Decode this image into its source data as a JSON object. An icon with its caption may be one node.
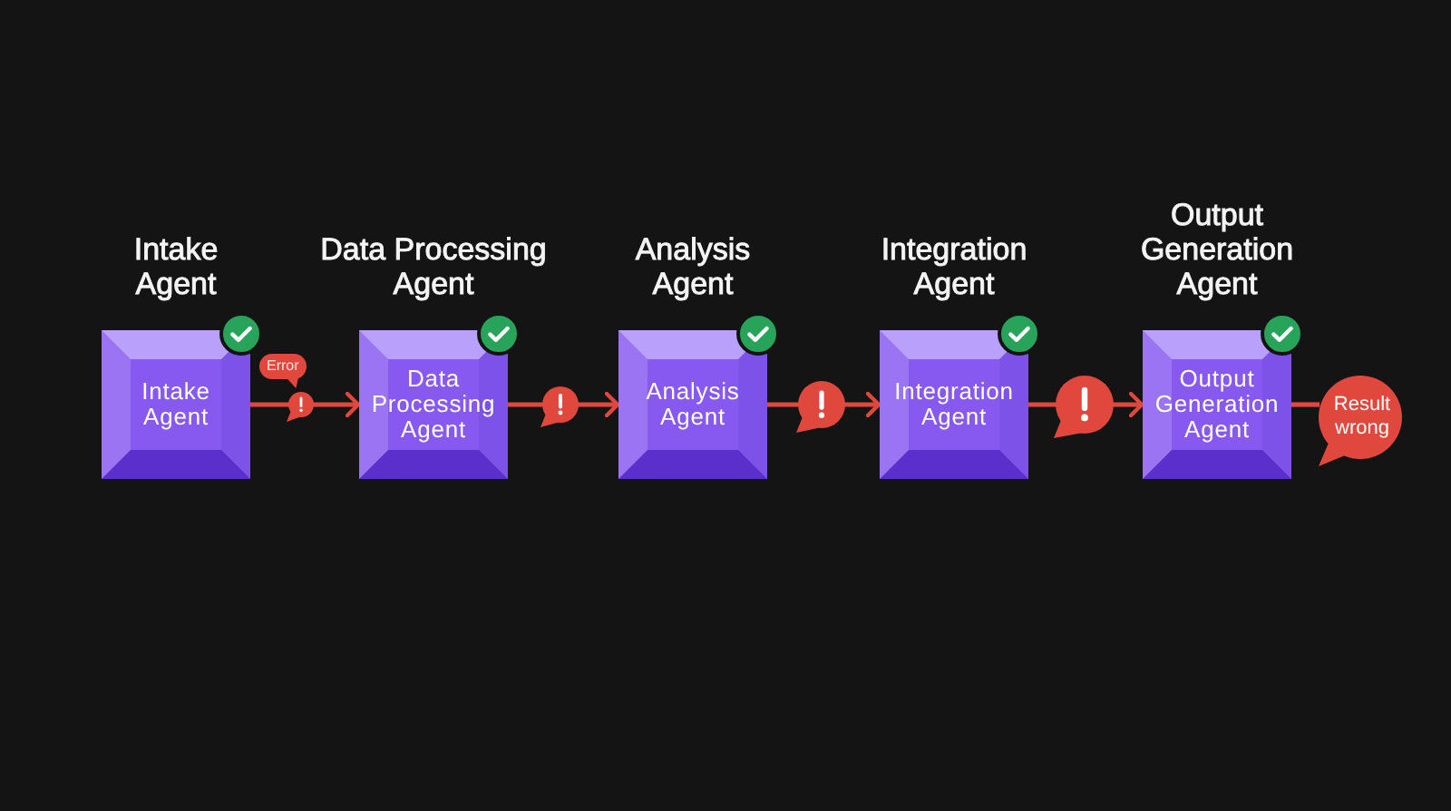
{
  "diagram": {
    "nodes": [
      {
        "text": [
          "Intake Agent",
          "Intake Agent"
        ]
      },
      {
        "text": [
          "Data Processing Agent",
          "Data Processing Agent"
        ]
      },
      {
        "text": [
          "Analysis Agent",
          "Analysis Agent"
        ]
      },
      {
        "text": [
          "Integration Agent",
          "Integration Agent"
        ]
      },
      {
        "text": [
          "Output Generation Agent",
          "Output Generation Agent"
        ]
      },
      {
        "text": [
          "Result wrong"
        ]
      }
    ],
    "edges": [
      {
        "from": 0,
        "to": 1,
        "arrow": "to",
        "label": "Error"
      },
      {
        "from": 1,
        "to": 2,
        "arrow": "to"
      },
      {
        "from": 2,
        "to": 3,
        "arrow": "to"
      },
      {
        "from": 3,
        "to": 4,
        "arrow": "to"
      },
      {
        "from": 4,
        "to": 5,
        "arrow": "none"
      }
    ]
  }
}
